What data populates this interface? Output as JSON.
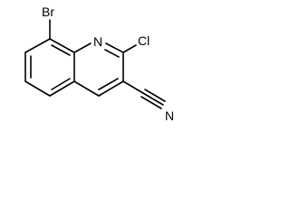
{
  "structure": {
    "labels": {
      "bromine": "Br",
      "ring_nitrogen": "N",
      "chlorine": "Cl",
      "nitrile_nitrogen": "N"
    },
    "colors": {
      "bond": "#000000",
      "label": "#000000",
      "background": "#ffffff"
    }
  }
}
